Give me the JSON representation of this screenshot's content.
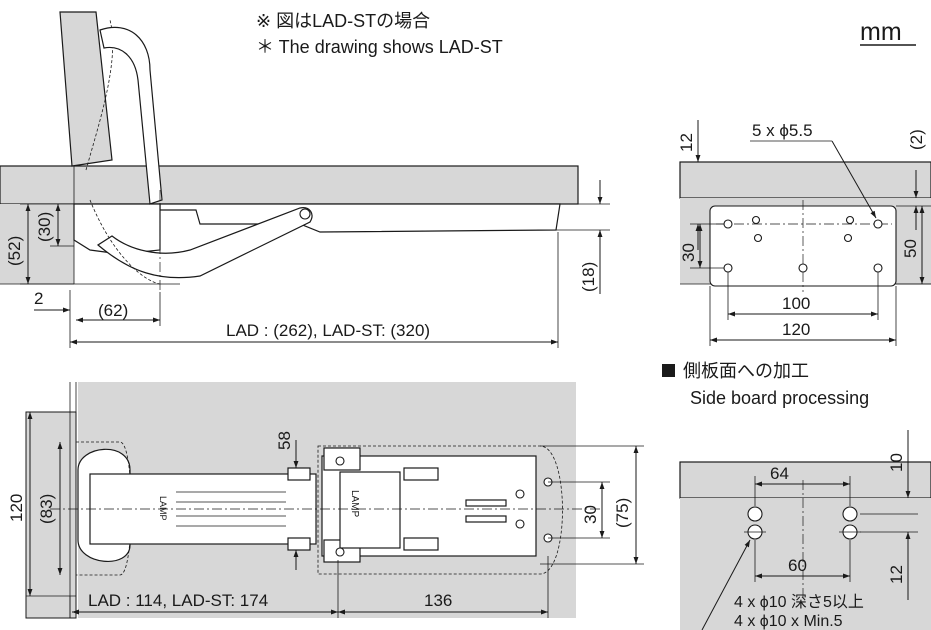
{
  "note": {
    "jp": "※ 図はLAD-STの場合",
    "en": "＊ The drawing shows LAD-ST"
  },
  "unit_label": "mm",
  "side_view": {
    "dims": {
      "left_52": "(52)",
      "left_30": "(30)",
      "left_2": "2",
      "bottom_62": "(62)",
      "length": "LAD : (262),  LAD-ST: (320)",
      "right_18": "(18)"
    }
  },
  "plan_view": {
    "dims": {
      "h_120": "120",
      "h_83": "(83)",
      "top_58": "58",
      "right_30": "30",
      "right_75": "(75)",
      "bottom_length": "LAD : 114,  LAD-ST: 174",
      "bottom_136": "136"
    },
    "stamp": "LAMP"
  },
  "mount_detail": {
    "dims": {
      "holes": "5 x ϕ5.5",
      "top_12": "12",
      "top_2": "(2)",
      "left_30": "30",
      "right_50": "50",
      "w_100": "100",
      "w_120": "120"
    }
  },
  "side_board": {
    "title_jp": "側板面への加工",
    "title_en": "Side board processing",
    "dims": {
      "top_10": "10",
      "w_64": "64",
      "w_60": "60",
      "right_12": "12"
    },
    "hole_note_jp": "4 x ϕ10 深さ5以上",
    "hole_note_en": "4 x ϕ10 x Min.5"
  },
  "colors": {
    "board_gray": "#d7d7d7",
    "line": "#1a1a1a"
  }
}
